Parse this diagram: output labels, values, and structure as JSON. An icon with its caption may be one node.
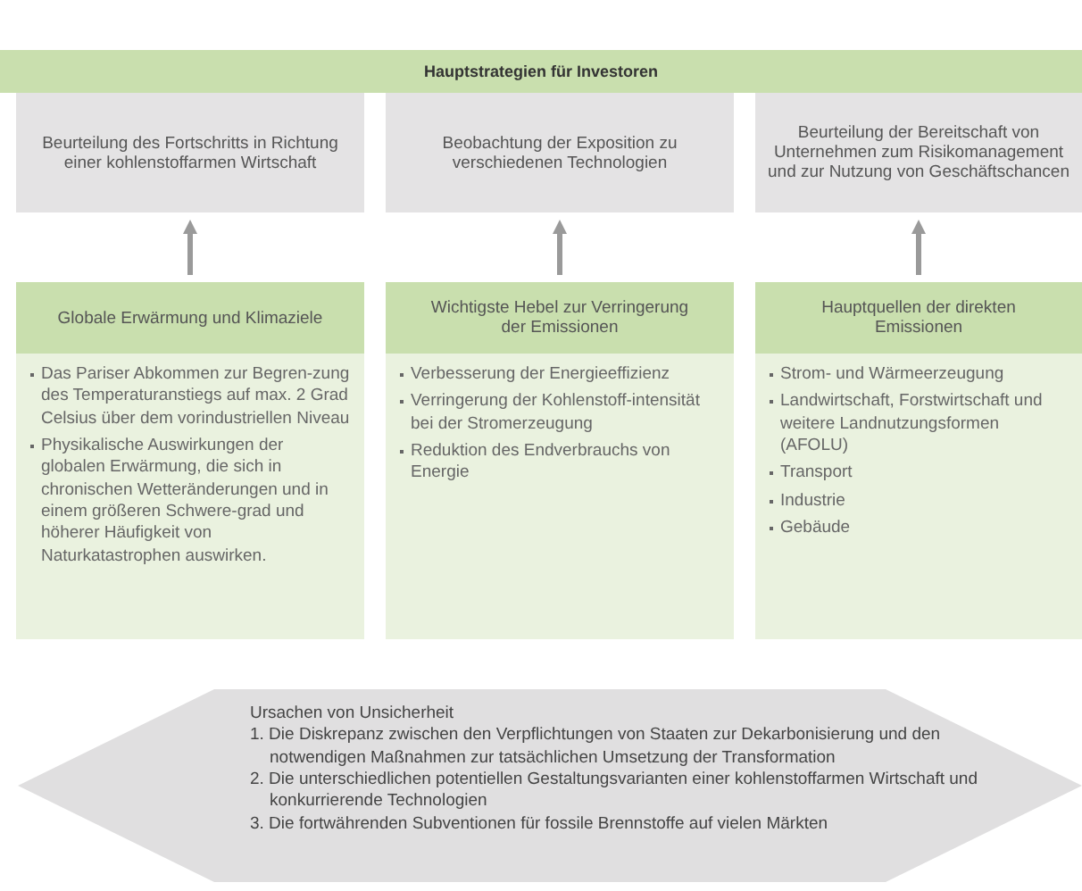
{
  "diagram": {
    "nodes": [
      {
        "text": [
          "Hauptstrategien für Investoren"
        ]
      },
      {
        "text": [
          "Beurteilung des Fortschritts in Richtung einer kohlenstoffarmen Wirtschaft"
        ]
      },
      {
        "text": [
          "Beobachtung der Exposition zu verschiedenen Technologien"
        ]
      },
      {
        "text": [
          "Beurteilung der Bereitschaft von Unternehmen zum Risikomanagement und zur Nutzung von Geschäftschancen"
        ]
      },
      {
        "text": [
          "Globale Erwärmung und Klimaziele",
          "Das Pariser Abkommen zur Begren-zung des Temperaturanstiegs auf max. 2 Grad Celsius über dem vorindustriellen Niveau",
          "Physikalische Auswirkungen der globalen Erwärmung, die sich in chronischen Wetteränderungen und in einem größeren Schwere-grad und höherer Häufigkeit von Naturkatastrophen auswirken."
        ]
      },
      {
        "text": [
          "Wichtigste Hebel zur Verringerung der Emissionen",
          "Verbesserung der Energieeffizienz",
          "Verringerung der Kohlenstoff-intensität bei der Stromerzeugung",
          "Reduktion des Endverbrauchs von Energie"
        ]
      },
      {
        "text": [
          "Hauptquellen der direkten Emissionen",
          "Strom- und Wärmeerzeugung",
          "Landwirtschaft, Forstwirtschaft und weitere Landnutzungsformen (AFOLU)",
          "Transport",
          "Industrie",
          "Gebäude"
        ]
      },
      {
        "text": [
          "Ursachen von Unsicherheit",
          "1. Die Diskrepanz zwischen den Verpflichtungen von Staaten zur Dekarbonisierung und den notwendigen Maßnahmen zur tatsächlichen Umsetzung der Transformation",
          "2. Die unterschiedlichen potentiellen Gestaltungsvarianten einer kohlenstoffarmen Wirtschaft und konkurrierende Technologien",
          "3. Die fortwährenden Subventionen für fossile Brennstoffe auf vielen Märkten"
        ]
      }
    ],
    "edges": [
      {
        "from": 4,
        "to": 1,
        "arrow": "to"
      },
      {
        "from": 5,
        "to": 2,
        "arrow": "to"
      },
      {
        "from": 6,
        "to": 3,
        "arrow": "to"
      }
    ]
  }
}
